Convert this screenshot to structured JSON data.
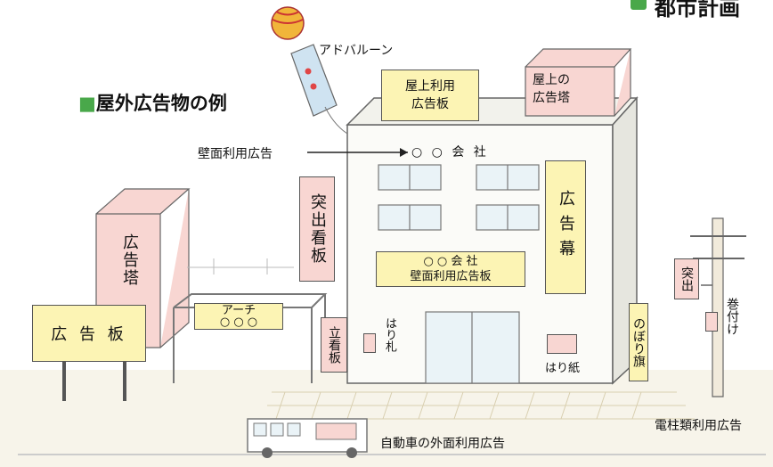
{
  "header": {
    "icon": "map-pin-icon",
    "title_fragment": "都市計画"
  },
  "title": "■屋外広告物の例",
  "labels": {
    "balloon": "アドバルーン",
    "rooftop_sign": "屋上利用\n広告板",
    "rooftop_tower": "屋上の\n広告塔",
    "wall_callout": "壁面利用広告",
    "company_top": "○ ○ 会 社",
    "projecting_sign": "突出看板",
    "banner": "広告幕",
    "wall_sign": "○ ○ 会 社\n壁面利用広告板",
    "ad_tower": "広告塔",
    "billboard": "広 告 板",
    "arch": "アーチ\n○ ○ ○",
    "standing_sign": "立看板",
    "hari_fuda": "はり札",
    "hari_gami": "はり紙",
    "nobori": "のぼり旗",
    "pole_protrude": "突出",
    "pole_wrap": "巻付け",
    "pole_ads": "電柱類利用広告",
    "vehicle_ads": "自動車の外面利用広告"
  },
  "colors": {
    "accent_green": "#49a84a",
    "sign_yellow": "#fcf4b4",
    "sign_pink": "#f8d6d2",
    "outline": "#555555"
  }
}
